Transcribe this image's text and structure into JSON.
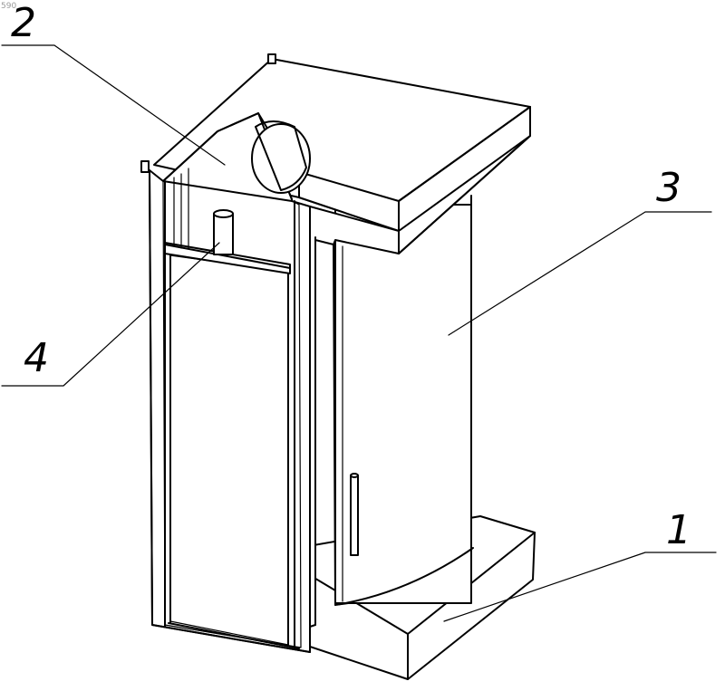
{
  "corner_mark": "590",
  "labels": {
    "l1": "1",
    "l2": "2",
    "l3": "3",
    "l4": "4"
  }
}
